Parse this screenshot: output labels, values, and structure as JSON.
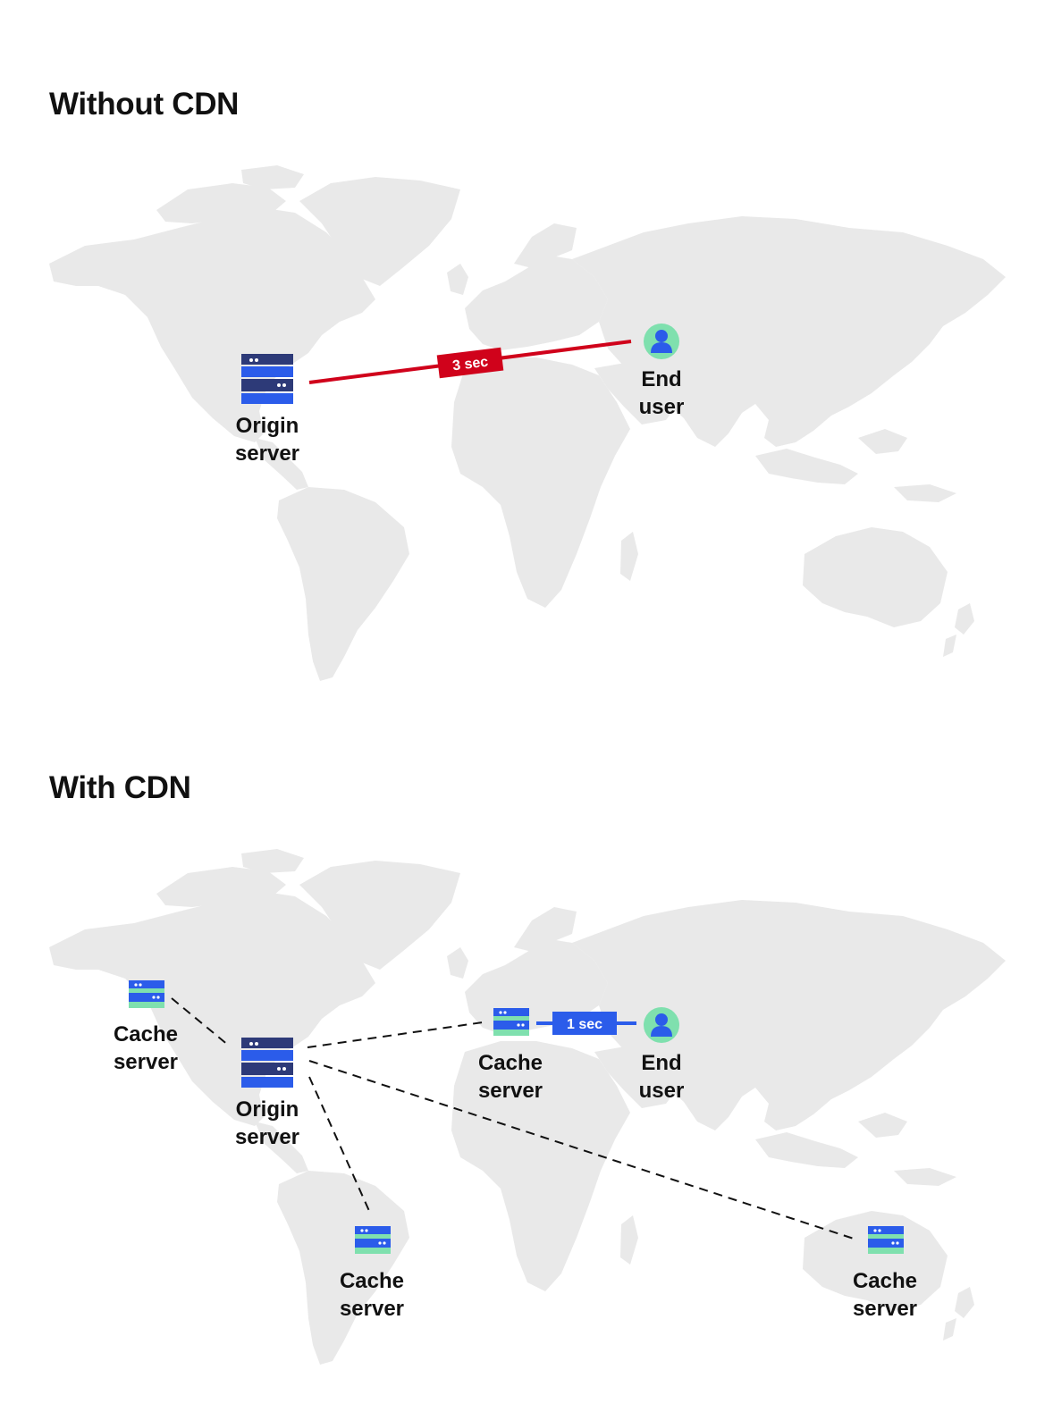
{
  "without_cdn": {
    "title": "Without CDN",
    "origin": {
      "label_line1": "Origin",
      "label_line2": "server"
    },
    "end_user": {
      "label_line1": "End",
      "label_line2": "user"
    },
    "latency_label": "3 sec"
  },
  "with_cdn": {
    "title": "With CDN",
    "origin": {
      "label_line1": "Origin",
      "label_line2": "server"
    },
    "end_user": {
      "label_line1": "End",
      "label_line2": "user"
    },
    "latency_label": "1 sec",
    "cache_servers": [
      {
        "label_line1": "Cache",
        "label_line2": "server"
      },
      {
        "label_line1": "Cache",
        "label_line2": "server"
      },
      {
        "label_line1": "Cache",
        "label_line2": "server"
      },
      {
        "label_line1": "Cache",
        "label_line2": "server"
      }
    ]
  },
  "colors": {
    "map_land": "#e9e9e9",
    "origin_server_dark": "#2d3a78",
    "origin_server_blue": "#2b5cea",
    "cache_server_green": "#7fe0ae",
    "slow_link_red": "#d0021b",
    "fast_link_blue": "#2b5cea",
    "user_circle_green": "#7fe0ae",
    "user_figure_blue": "#2b5cea",
    "dashed_link": "#111111"
  },
  "icons": [
    "server-stack-icon",
    "cache-server-icon",
    "user-avatar-icon",
    "world-map"
  ]
}
